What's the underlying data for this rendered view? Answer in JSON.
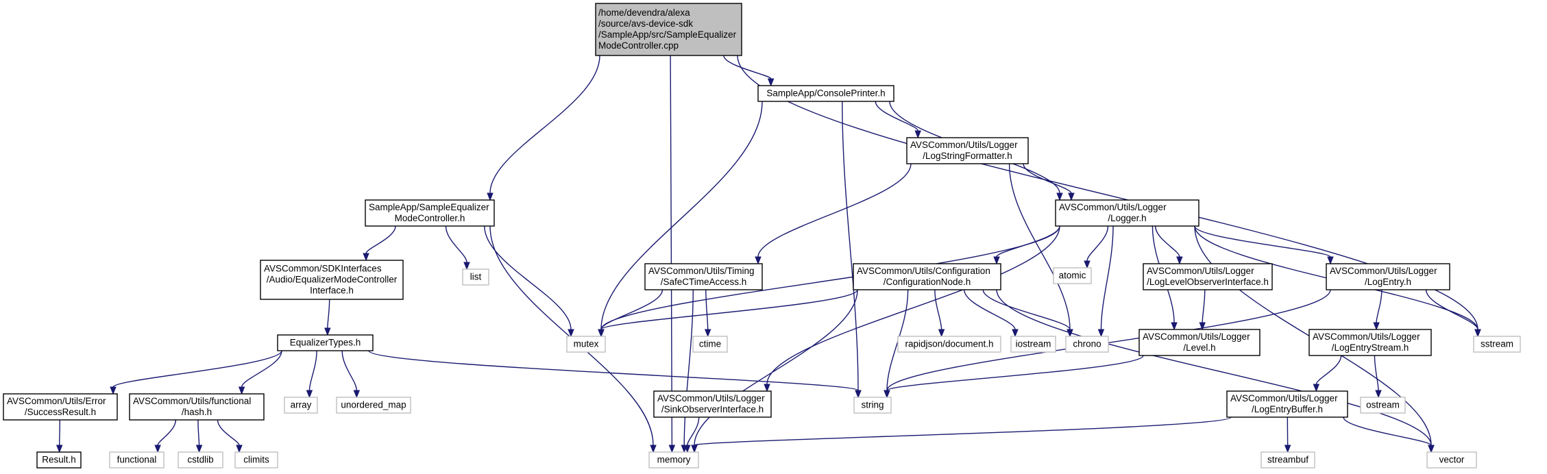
{
  "graph": {
    "edge_color": "#191970",
    "root_fill": "#bfbfbf",
    "nodes": [
      {
        "id": "root",
        "lines": [
          "/home/devendra/alexa",
          "/source/avs-device-sdk",
          "/SampleApp/src/SampleEqualizer",
          "ModeController.cpp"
        ],
        "kind": "root"
      },
      {
        "id": "consoleprinter",
        "lines": [
          "SampleApp/ConsolePrinter.h"
        ],
        "kind": "header"
      },
      {
        "id": "sampleeq",
        "lines": [
          "SampleApp/SampleEqualizer",
          "ModeController.h"
        ],
        "kind": "header"
      },
      {
        "id": "logstringformatter",
        "lines": [
          "AVSCommon/Utils/Logger",
          "/LogStringFormatter.h"
        ],
        "kind": "header"
      },
      {
        "id": "logger",
        "lines": [
          "AVSCommon/Utils/Logger",
          "/Logger.h"
        ],
        "kind": "header"
      },
      {
        "id": "eqmodectl",
        "lines": [
          "AVSCommon/SDKInterfaces",
          "/Audio/EqualizerModeController",
          "Interface.h"
        ],
        "kind": "header"
      },
      {
        "id": "list",
        "lines": [
          "list"
        ],
        "kind": "external"
      },
      {
        "id": "safectime",
        "lines": [
          "AVSCommon/Utils/Timing",
          "/SafeCTimeAccess.h"
        ],
        "kind": "header"
      },
      {
        "id": "confignode",
        "lines": [
          "AVSCommon/Utils/Configuration",
          "/ConfigurationNode.h"
        ],
        "kind": "header"
      },
      {
        "id": "atomic",
        "lines": [
          "atomic"
        ],
        "kind": "external"
      },
      {
        "id": "loglevelobs",
        "lines": [
          "AVSCommon/Utils/Logger",
          "/LogLevelObserverInterface.h"
        ],
        "kind": "header"
      },
      {
        "id": "logentry",
        "lines": [
          "AVSCommon/Utils/Logger",
          "/LogEntry.h"
        ],
        "kind": "header"
      },
      {
        "id": "eqtypes",
        "lines": [
          "EqualizerTypes.h"
        ],
        "kind": "header"
      },
      {
        "id": "mutex",
        "lines": [
          "mutex"
        ],
        "kind": "external"
      },
      {
        "id": "ctime",
        "lines": [
          "ctime"
        ],
        "kind": "external"
      },
      {
        "id": "rapidjson",
        "lines": [
          "rapidjson/document.h"
        ],
        "kind": "external"
      },
      {
        "id": "iostream",
        "lines": [
          "iostream"
        ],
        "kind": "external"
      },
      {
        "id": "chrono",
        "lines": [
          "chrono"
        ],
        "kind": "external"
      },
      {
        "id": "level",
        "lines": [
          "AVSCommon/Utils/Logger",
          "/Level.h"
        ],
        "kind": "header"
      },
      {
        "id": "logentrystream",
        "lines": [
          "AVSCommon/Utils/Logger",
          "/LogEntryStream.h"
        ],
        "kind": "header"
      },
      {
        "id": "sstream",
        "lines": [
          "sstream"
        ],
        "kind": "external"
      },
      {
        "id": "successresult",
        "lines": [
          "AVSCommon/Utils/Error",
          "/SuccessResult.h"
        ],
        "kind": "header"
      },
      {
        "id": "hash",
        "lines": [
          "AVSCommon/Utils/functional",
          "/hash.h"
        ],
        "kind": "header"
      },
      {
        "id": "array",
        "lines": [
          "array"
        ],
        "kind": "external"
      },
      {
        "id": "unordered_map",
        "lines": [
          "unordered_map"
        ],
        "kind": "external"
      },
      {
        "id": "string",
        "lines": [
          "string"
        ],
        "kind": "external"
      },
      {
        "id": "sinkobs",
        "lines": [
          "AVSCommon/Utils/Logger",
          "/SinkObserverInterface.h"
        ],
        "kind": "header"
      },
      {
        "id": "ostream",
        "lines": [
          "ostream"
        ],
        "kind": "external"
      },
      {
        "id": "logentrybuffer",
        "lines": [
          "AVSCommon/Utils/Logger",
          "/LogEntryBuffer.h"
        ],
        "kind": "header"
      },
      {
        "id": "result",
        "lines": [
          "Result.h"
        ],
        "kind": "header"
      },
      {
        "id": "functional",
        "lines": [
          "functional"
        ],
        "kind": "external"
      },
      {
        "id": "cstdlib",
        "lines": [
          "cstdlib"
        ],
        "kind": "external"
      },
      {
        "id": "climits",
        "lines": [
          "climits"
        ],
        "kind": "external"
      },
      {
        "id": "memory",
        "lines": [
          "memory"
        ],
        "kind": "external"
      },
      {
        "id": "streambuf",
        "lines": [
          "streambuf"
        ],
        "kind": "external"
      },
      {
        "id": "vector",
        "lines": [
          "vector"
        ],
        "kind": "external"
      }
    ],
    "edges": [
      [
        "root",
        "consoleprinter"
      ],
      [
        "root",
        "sampleeq"
      ],
      [
        "root",
        "memory"
      ],
      [
        "root",
        "sstream"
      ],
      [
        "consoleprinter",
        "logstringformatter"
      ],
      [
        "consoleprinter",
        "logger"
      ],
      [
        "consoleprinter",
        "mutex"
      ],
      [
        "consoleprinter",
        "string"
      ],
      [
        "logstringformatter",
        "logger"
      ],
      [
        "logstringformatter",
        "safectime"
      ],
      [
        "logstringformatter",
        "chrono"
      ],
      [
        "logger",
        "mutex"
      ],
      [
        "logger",
        "confignode"
      ],
      [
        "logger",
        "atomic"
      ],
      [
        "logger",
        "chrono"
      ],
      [
        "logger",
        "loglevelobs"
      ],
      [
        "logger",
        "level"
      ],
      [
        "logger",
        "logentry"
      ],
      [
        "logger",
        "sstream"
      ],
      [
        "logger",
        "vector"
      ],
      [
        "logger",
        "sinkobs"
      ],
      [
        "sampleeq",
        "eqmodectl"
      ],
      [
        "sampleeq",
        "list"
      ],
      [
        "sampleeq",
        "mutex"
      ],
      [
        "sampleeq",
        "memory"
      ],
      [
        "eqmodectl",
        "eqtypes"
      ],
      [
        "eqtypes",
        "successresult"
      ],
      [
        "eqtypes",
        "hash"
      ],
      [
        "eqtypes",
        "array"
      ],
      [
        "eqtypes",
        "unordered_map"
      ],
      [
        "eqtypes",
        "string"
      ],
      [
        "successresult",
        "result"
      ],
      [
        "hash",
        "functional"
      ],
      [
        "hash",
        "cstdlib"
      ],
      [
        "hash",
        "climits"
      ],
      [
        "safectime",
        "mutex"
      ],
      [
        "safectime",
        "ctime"
      ],
      [
        "safectime",
        "memory"
      ],
      [
        "confignode",
        "mutex"
      ],
      [
        "confignode",
        "rapidjson"
      ],
      [
        "confignode",
        "iostream"
      ],
      [
        "confignode",
        "chrono"
      ],
      [
        "confignode",
        "string"
      ],
      [
        "confignode",
        "memory"
      ],
      [
        "confignode",
        "vector"
      ],
      [
        "loglevelobs",
        "level"
      ],
      [
        "level",
        "string"
      ],
      [
        "logentry",
        "logentrystream"
      ],
      [
        "logentry",
        "sstream"
      ],
      [
        "logentry",
        "string"
      ],
      [
        "logentrystream",
        "logentrybuffer"
      ],
      [
        "logentrystream",
        "ostream"
      ],
      [
        "logentrybuffer",
        "memory"
      ],
      [
        "logentrybuffer",
        "streambuf"
      ],
      [
        "logentrybuffer",
        "vector"
      ],
      [
        "sinkobs",
        "memory"
      ]
    ]
  }
}
